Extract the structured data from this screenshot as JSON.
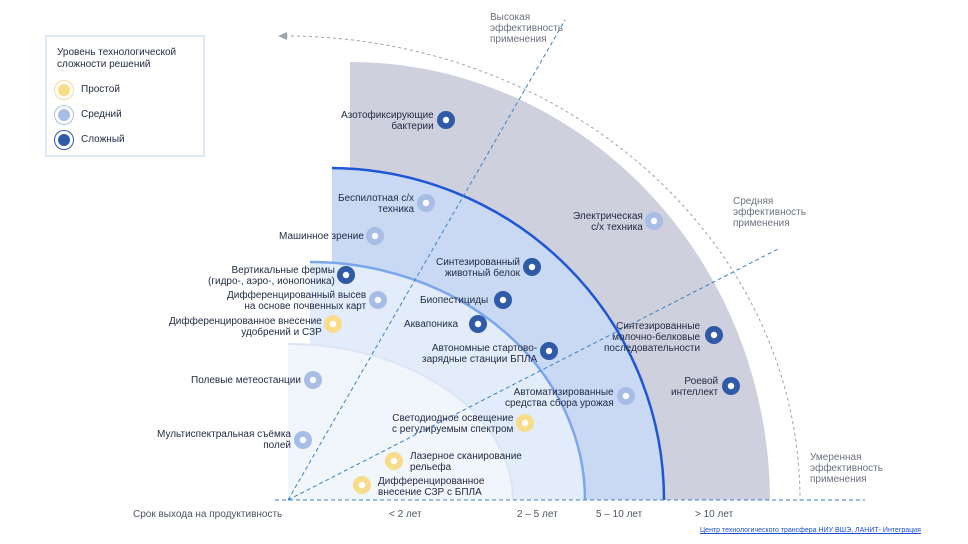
{
  "legend": {
    "title_line1": "Уровень технологической",
    "title_line2": "сложности решений",
    "items": [
      {
        "label": "Простой",
        "color": "#f7dc8a"
      },
      {
        "label": "Средний",
        "color": "#a7bde6"
      },
      {
        "label": "Сложный",
        "color": "#2f5aa8"
      }
    ]
  },
  "efficiency": {
    "high_1": "Высокая",
    "high_2": "эффективность",
    "high_3": "применения",
    "mid_1": "Средняя",
    "mid_2": "эффективность",
    "mid_3": "применения",
    "low_1": "Умеренная",
    "low_2": "эффективность",
    "low_3": "применения"
  },
  "axis": {
    "title": "Срок выхода на продуктивность",
    "t1": "< 2 лет",
    "t2": "2 – 5 лет",
    "t3": "5 – 10 лет",
    "t4": "> 10 лет"
  },
  "technologies": [
    {
      "l1": "Азотофиксирующие",
      "l2": "бактерии",
      "level": "complex"
    },
    {
      "l1": "Беспилотная с/х",
      "l2": "техника",
      "level": "medium"
    },
    {
      "l1": "Электрическая",
      "l2": "с/х техника",
      "level": "medium"
    },
    {
      "l1": "Машинное зрение",
      "l2": "",
      "level": "medium"
    },
    {
      "l1": "Синтезированный",
      "l2": "животный белок",
      "level": "complex"
    },
    {
      "l1": "Вертикальные фермы",
      "l2": "(гидро-, аэро-, ионопоника)",
      "level": "complex"
    },
    {
      "l1": "Дифференцированный высев",
      "l2": "на основе почвенных карт",
      "level": "medium"
    },
    {
      "l1": "Биопестициды",
      "l2": "",
      "level": "complex"
    },
    {
      "l1": "Дифференцированное внесение",
      "l2": "удобрений и СЗР",
      "level": "simple"
    },
    {
      "l1": "Аквапоника",
      "l2": "",
      "level": "complex"
    },
    {
      "l1": "Синтезированные",
      "l2": "молочно-белковые",
      "l3": "последовательности",
      "level": "complex"
    },
    {
      "l1": "Автономные стартово-",
      "l2": "зарядные станции БПЛА",
      "level": "complex"
    },
    {
      "l1": "Полевые метеостанции",
      "l2": "",
      "level": "medium"
    },
    {
      "l1": "Роевой",
      "l2": "интеллект",
      "level": "complex"
    },
    {
      "l1": "Автоматизированные",
      "l2": "средства сбора урожая",
      "level": "medium"
    },
    {
      "l1": "Светодиодное освещение",
      "l2": "с регулируемым спектром",
      "level": "simple"
    },
    {
      "l1": "Мультиспектральная съёмка",
      "l2": "полей",
      "level": "medium"
    },
    {
      "l1": "Лазерное сканирование",
      "l2": "рельефа",
      "level": "simple"
    },
    {
      "l1": "Дифференцированное",
      "l2": "внесение СЗР с БПЛА",
      "level": "simple"
    }
  ],
  "colors": {
    "simple": "#f7dc8a",
    "medium": "#a7bde6",
    "complex": "#2f5aa8",
    "ring_outer": "#cfd0dd",
    "ring_third": "#c9d9f3",
    "ring_second": "#e3ecfa",
    "ring_first": "#f1f5fc",
    "ring_stroke_dark": "#1d56d6",
    "ring_stroke_mid": "#7aa6ee"
  },
  "footer": "Центр технологического трансфера НИУ ВШЭ, ЛАНИТ- Интеграция"
}
